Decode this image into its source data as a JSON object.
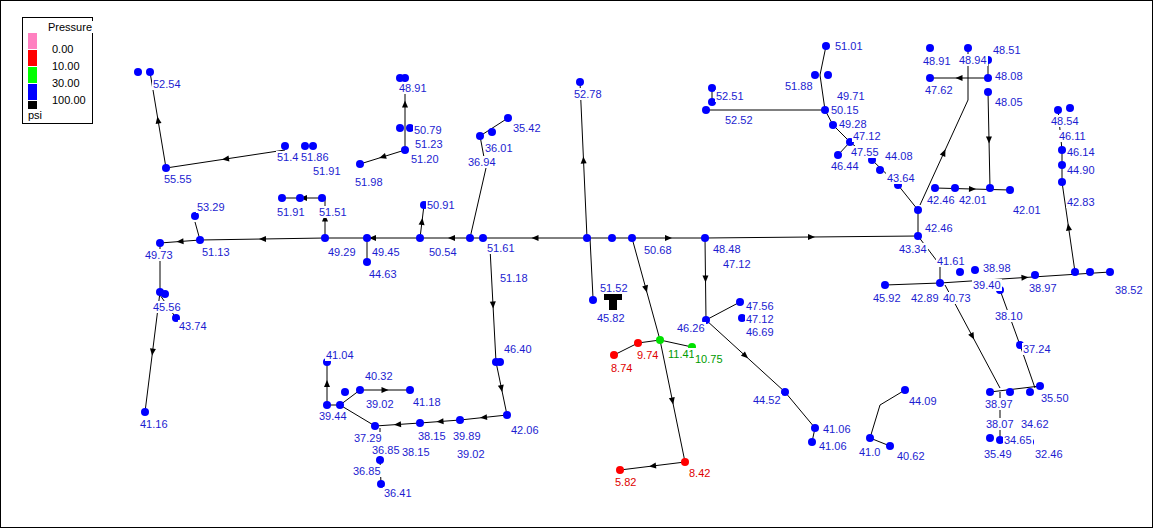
{
  "diagram": {
    "labels": [
      "Pressure",
      "psi",
      "52.54",
      "55.55",
      "51.4",
      "51.86",
      "48.91",
      "50.79",
      "51.23",
      "51.20",
      "51.91",
      "51.98",
      "51.91",
      "51.51",
      "50.91",
      "53.29",
      "49.73",
      "51.13",
      "49.29",
      "49.45",
      "50.54",
      "51.61",
      "44.63",
      "45.56",
      "43.74",
      "41.16",
      "35.42",
      "36.01",
      "36.94",
      "52.78",
      "51.18",
      "46.40",
      "42.06",
      "41.04",
      "40.32",
      "41.18",
      "39.44",
      "39.02",
      "37.29",
      "38.15",
      "39.89",
      "36.85",
      "38.15",
      "39.02",
      "36.85",
      "36.41",
      "51.52",
      "45.82",
      "50.68",
      "8.74",
      "9.74",
      "11.41",
      "10.75",
      "5.82",
      "8.42",
      "48.48",
      "47.12",
      "47.56",
      "47.12",
      "46.69",
      "46.26",
      "44.52",
      "41.06",
      "41.06",
      "41.0",
      "44.09",
      "40.62",
      "52.51",
      "52.52",
      "51.01",
      "51.88",
      "49.71",
      "50.15",
      "49.28",
      "47.12",
      "47.55",
      "46.44",
      "44.08",
      "43.64",
      "42.46",
      "42.01",
      "42.01",
      "42.46",
      "43.34",
      "41.61",
      "48.91",
      "48.94",
      "48.51",
      "47.62",
      "48.08",
      "48.05",
      "48.54",
      "46.11",
      "46.14",
      "44.90",
      "42.83",
      "45.92",
      "42.89",
      "40.73",
      "39.40",
      "38.98",
      "38.97",
      "38.52",
      "38.10",
      "37.24",
      "38.97",
      "35.50",
      "38.07",
      "34.62",
      "34.65",
      "35.49",
      "32.46"
    ],
    "legend": [
      {
        "text": "0.00",
        "color": "#ff80c0"
      },
      {
        "text": "10.00",
        "color": "#ff0000"
      },
      {
        "text": "30.00",
        "color": "#00ff00"
      },
      {
        "text": "100.00",
        "color": "#0000ff"
      }
    ]
  }
}
